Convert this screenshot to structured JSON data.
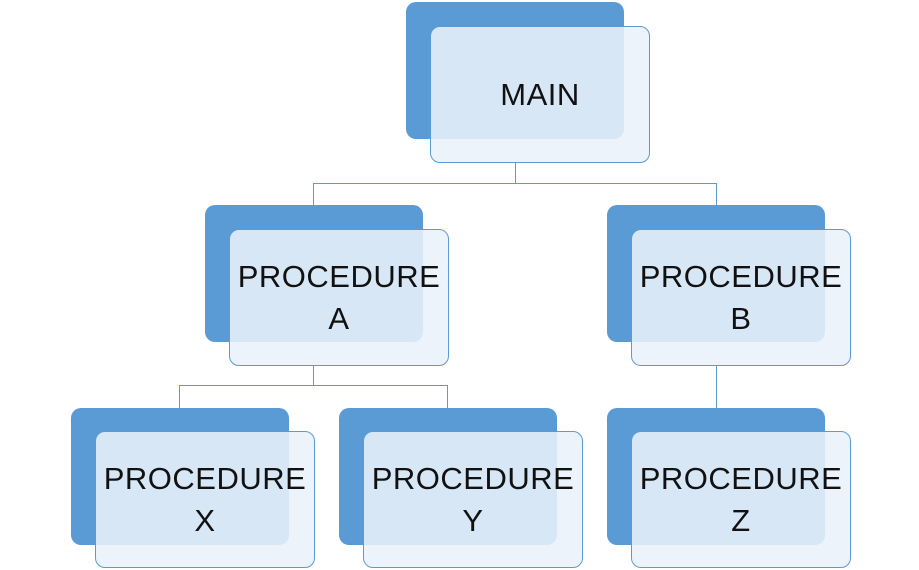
{
  "diagram": {
    "nodes": {
      "main": {
        "label": "MAIN"
      },
      "proc_a": {
        "label": "PROCEDURE\nA"
      },
      "proc_b": {
        "label": "PROCEDURE\nB"
      },
      "proc_x": {
        "label": "PROCEDURE\nX"
      },
      "proc_y": {
        "label": "PROCEDURE\nY"
      },
      "proc_z": {
        "label": "PROCEDURE\nZ"
      }
    },
    "colors": {
      "back_fill": "#5b9bd5",
      "front_fill": "#e9f1fa",
      "connector": "#5b9bd5",
      "text": "#111111"
    }
  }
}
